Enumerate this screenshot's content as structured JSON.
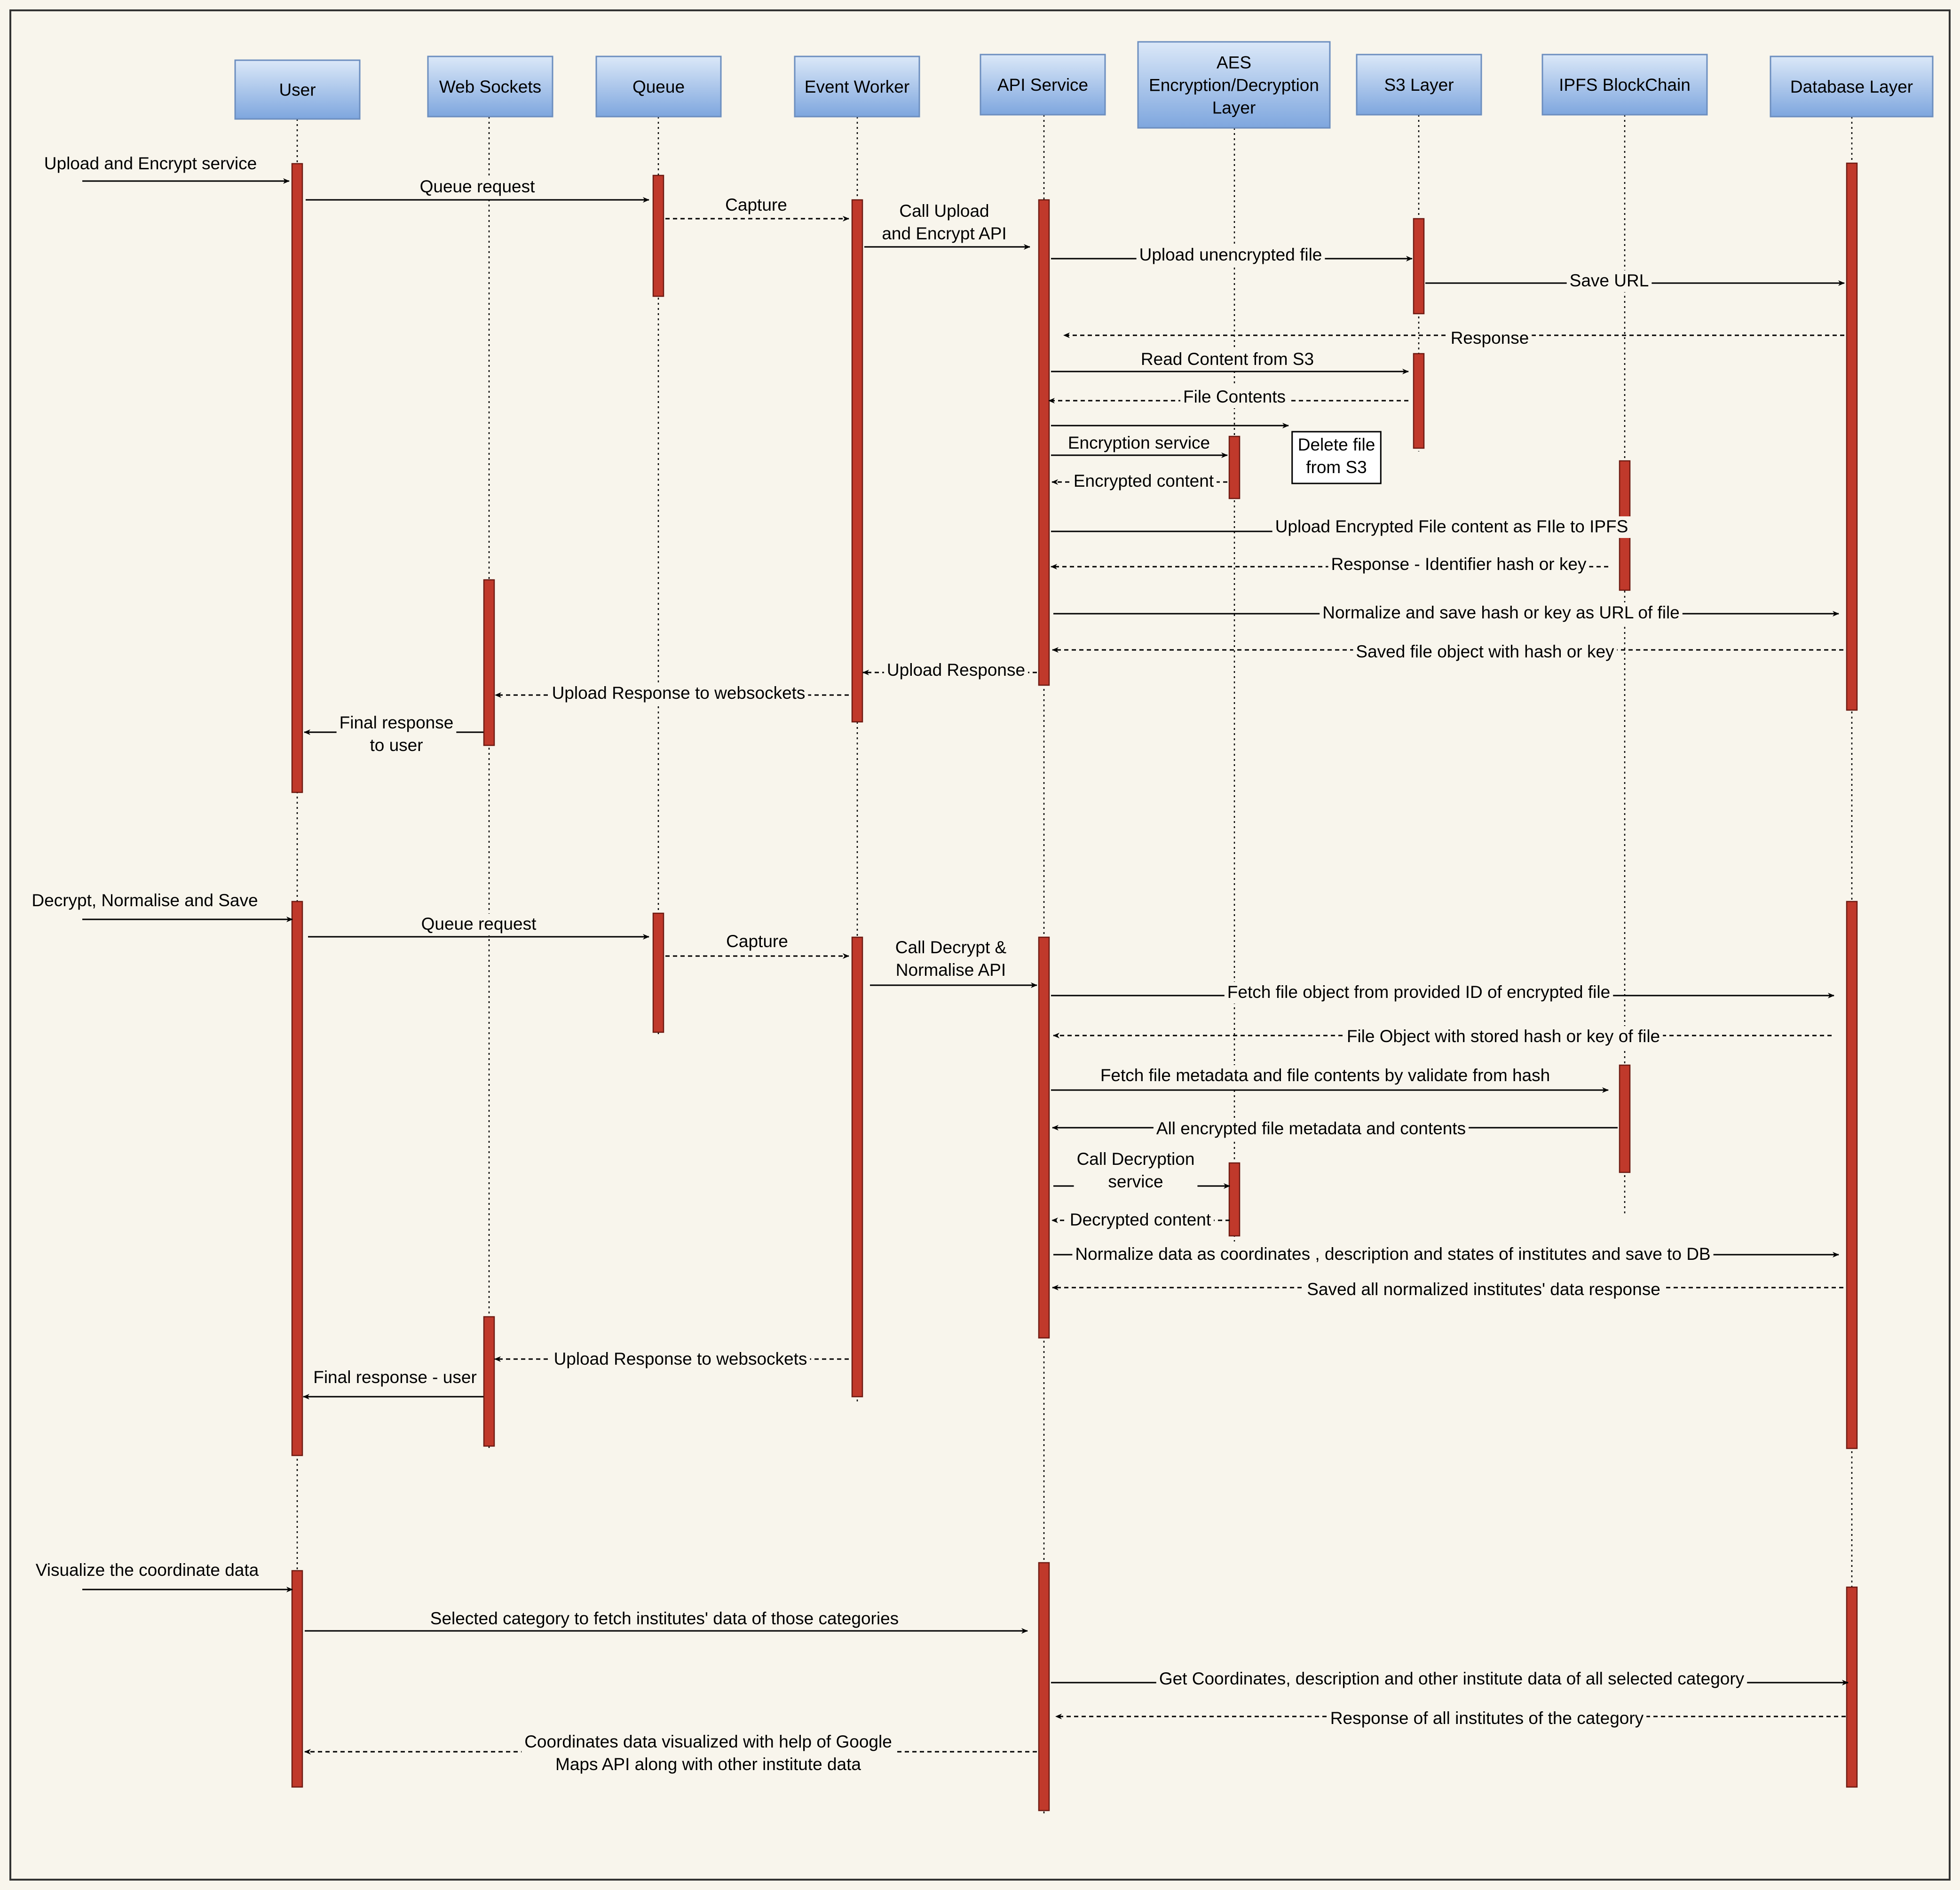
{
  "diagram": {
    "participants": [
      {
        "id": "user",
        "label": [
          "User"
        ]
      },
      {
        "id": "websockets",
        "label": [
          "Web Sockets"
        ]
      },
      {
        "id": "queue",
        "label": [
          "Queue"
        ]
      },
      {
        "id": "eventworker",
        "label": [
          "Event Worker"
        ]
      },
      {
        "id": "api",
        "label": [
          "API Service"
        ]
      },
      {
        "id": "aes",
        "label": [
          "AES",
          "Encryption/Decryption",
          "Layer"
        ]
      },
      {
        "id": "s3",
        "label": [
          "S3 Layer"
        ]
      },
      {
        "id": "ipfs",
        "label": [
          "IPFS BlockChain"
        ]
      },
      {
        "id": "db",
        "label": [
          "Database Layer"
        ]
      }
    ],
    "messages": [
      {
        "from": "external",
        "to": "user",
        "label": [
          "Upload and Encrypt service"
        ],
        "style": "solid"
      },
      {
        "from": "user",
        "to": "queue",
        "label": [
          "Queue request"
        ],
        "style": "solid"
      },
      {
        "from": "queue",
        "to": "eventworker",
        "label": [
          "Capture"
        ],
        "style": "dashed"
      },
      {
        "from": "eventworker",
        "to": "api",
        "label": [
          "Call Upload",
          "and Encrypt API"
        ],
        "style": "solid"
      },
      {
        "from": "api",
        "to": "s3",
        "label": [
          "Upload unencrypted file"
        ],
        "style": "solid"
      },
      {
        "from": "s3",
        "to": "db",
        "label": [
          "Save URL"
        ],
        "style": "solid"
      },
      {
        "from": "db",
        "to": "api",
        "label": [
          "Response"
        ],
        "style": "dashed"
      },
      {
        "from": "api",
        "to": "s3",
        "label": [
          "Read Content from S3"
        ],
        "style": "solid"
      },
      {
        "from": "s3",
        "to": "api",
        "label": [
          "File Contents"
        ],
        "style": "dashed"
      },
      {
        "from": "api",
        "to": "s3",
        "label": [
          "Delete file",
          "from S3"
        ],
        "style": "solid"
      },
      {
        "from": "api",
        "to": "aes",
        "label": [
          "Encryption service"
        ],
        "style": "solid"
      },
      {
        "from": "aes",
        "to": "api",
        "label": [
          "Encrypted content"
        ],
        "style": "dashed"
      },
      {
        "from": "api",
        "to": "ipfs",
        "label": [
          "Upload Encrypted  File content as FIle to IPFS"
        ],
        "style": "solid"
      },
      {
        "from": "ipfs",
        "to": "api",
        "label": [
          "Response - Identifier hash or key"
        ],
        "style": "dashed"
      },
      {
        "from": "api",
        "to": "db",
        "label": [
          "Normalize and save hash or key as URL of file"
        ],
        "style": "solid"
      },
      {
        "from": "db",
        "to": "api",
        "label": [
          "Saved file object with hash or key"
        ],
        "style": "dashed"
      },
      {
        "from": "api",
        "to": "eventworker",
        "label": [
          "Upload Response"
        ],
        "style": "dashed"
      },
      {
        "from": "eventworker",
        "to": "websockets",
        "label": [
          "Upload Response to websockets"
        ],
        "style": "dashed"
      },
      {
        "from": "websockets",
        "to": "user",
        "label": [
          "Final response",
          "to user"
        ],
        "style": "solid"
      },
      {
        "from": "external",
        "to": "user",
        "label": [
          "Decrypt, Normalise and Save"
        ],
        "style": "solid"
      },
      {
        "from": "user",
        "to": "queue",
        "label": [
          "Queue request"
        ],
        "style": "solid"
      },
      {
        "from": "queue",
        "to": "eventworker",
        "label": [
          "Capture"
        ],
        "style": "dashed"
      },
      {
        "from": "eventworker",
        "to": "api",
        "label": [
          "Call Decrypt &",
          "Normalise API"
        ],
        "style": "solid"
      },
      {
        "from": "api",
        "to": "db",
        "label": [
          "Fetch file object from provided ID of encrypted file"
        ],
        "style": "solid"
      },
      {
        "from": "db",
        "to": "api",
        "label": [
          "File Object with stored hash or key of file"
        ],
        "style": "dashed"
      },
      {
        "from": "api",
        "to": "ipfs",
        "label": [
          "Fetch file metadata and file contents by validate from hash"
        ],
        "style": "solid"
      },
      {
        "from": "ipfs",
        "to": "api",
        "label": [
          "All encrypted file metadata and contents"
        ],
        "style": "solid"
      },
      {
        "from": "api",
        "to": "aes",
        "label": [
          "Call Decryption",
          "service"
        ],
        "style": "solid"
      },
      {
        "from": "aes",
        "to": "api",
        "label": [
          "Decrypted content"
        ],
        "style": "dashed"
      },
      {
        "from": "api",
        "to": "db",
        "label": [
          "Normalize data as coordinates , description and states of institutes and save to DB"
        ],
        "style": "solid"
      },
      {
        "from": "db",
        "to": "api",
        "label": [
          "Saved all normalized institutes' data response"
        ],
        "style": "dashed"
      },
      {
        "from": "eventworker",
        "to": "websockets",
        "label": [
          "Upload Response to websockets"
        ],
        "style": "dashed"
      },
      {
        "from": "websockets",
        "to": "user",
        "label": [
          "Final response - user"
        ],
        "style": "solid"
      },
      {
        "from": "external",
        "to": "user",
        "label": [
          "Visualize the coordinate data"
        ],
        "style": "solid"
      },
      {
        "from": "user",
        "to": "api",
        "label": [
          "Selected category to fetch institutes' data of those categories"
        ],
        "style": "solid"
      },
      {
        "from": "api",
        "to": "db",
        "label": [
          "Get Coordinates, description and other institute data of all selected category"
        ],
        "style": "solid"
      },
      {
        "from": "db",
        "to": "api",
        "label": [
          "Response of all institutes of the category"
        ],
        "style": "dashed"
      },
      {
        "from": "api",
        "to": "user",
        "label": [
          "Coordinates data visualized with help of Google",
          "Maps API along with other institute data"
        ],
        "style": "dashed"
      }
    ],
    "colors": {
      "background": "#f8f5ec",
      "frame": "#333333",
      "participant_fill_top": "#dbe8f8",
      "participant_fill_bottom": "#7ea6de",
      "participant_stroke": "#6c8ebf",
      "activation_fill": "#c0392b",
      "activation_stroke": "#6d1a12",
      "line": "#000000"
    }
  }
}
